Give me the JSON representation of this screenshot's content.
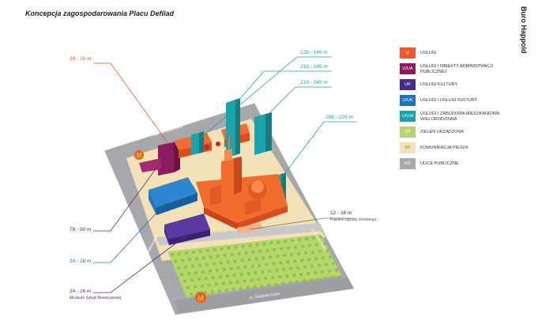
{
  "header": {
    "title": "Koncepcja zagospodarowania Placu Defilad",
    "brand": "Buro Happold"
  },
  "colors": {
    "uslugi": "#f05a28",
    "administracja": "#8b1b5e",
    "kultura": "#4a2b8c",
    "uslugi_kultura": "#1e73be",
    "mieszkaniowa": "#1aa3a8",
    "zielen": "#b6d56b",
    "piesza": "#f3e2b8",
    "ulice": "#a6a8ab",
    "line_orange": "#e85a2c",
    "line_teal": "#1aa3a8",
    "line_purple": "#5a2a86",
    "line_dark": "#333333"
  },
  "legend": [
    {
      "code": "U",
      "label": "USŁUGI",
      "color": "#f05a28"
    },
    {
      "code": "U/UA",
      "label": "USŁUGI I OBIEKTY ADMINISTRACJI PUBLICZNEJ",
      "color": "#8b1b5e"
    },
    {
      "code": "UK",
      "label": "USŁUGI KULTURY",
      "color": "#4a2b8c"
    },
    {
      "code": "U/UK",
      "label": "USŁUGI I USŁUGI KULTURY",
      "color": "#1e73be"
    },
    {
      "code": "U/UM",
      "label": "USŁUGI I ZABUDOWA MIESZKANIOWA WIELORODZINNA",
      "color": "#1aa3a8"
    },
    {
      "code": "ZP",
      "label": "ZIELEŃ URZĄDZONA",
      "color": "#b6d56b"
    },
    {
      "code": "KP",
      "label": "KOMUNIKACJA PIESZA",
      "color": "#f3e2b8"
    },
    {
      "code": "KD",
      "label": "ULICE PUBLICZNE",
      "color": "#a6a8ab"
    }
  ],
  "annotations": {
    "orange_height": "24 - 26 m",
    "teal_1": "128 - 140 m",
    "teal_2": "233 - 245 m",
    "teal_3": "233 - 245 m",
    "teal_4": "208 - 220 m",
    "pavilion_height": "12 - 16 m",
    "pavilion_label": "Pawilon ogrodu zimowego",
    "purple_height": "78 - 90 m",
    "blue_height": "24 - 26 m",
    "museum_height": "24 - 26 m",
    "museum_label": "Muzeum Sztuki Nowoczesnej"
  },
  "streets": {
    "top": "Al. Jerozolimskie",
    "left": "ul. Marszałkowska",
    "bottom": "ul. Świętokrzyska",
    "right": "ul. Emilii Plater"
  },
  "metro_symbol": "M"
}
